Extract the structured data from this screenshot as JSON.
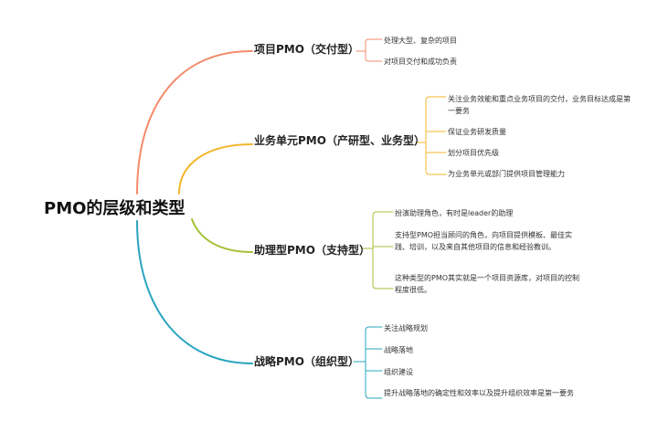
{
  "root": {
    "title": "PMO的层级和类型"
  },
  "branches": [
    {
      "label": "项目PMO（交付型）",
      "color": "#f28b6a",
      "items": [
        "处理大型、复杂的项目",
        "对项目交付和成功负责"
      ]
    },
    {
      "label": "业务单元PMO（产研型、业务型）",
      "color": "#f3b72e",
      "items": [
        "关注业务效能和重点业务项目的交付，业务目标达成是第一要务",
        "保证业务研发质量",
        "划分项目优先级",
        "为业务单元或部门提供项目管理能力"
      ]
    },
    {
      "label": "助理型PMO（支持型）",
      "color": "#a6c23a",
      "items": [
        "扮演助理角色，有时是leader的助理",
        "支持型PMO担当顾问的角色，向项目提供模板、最佳实践、培训，以及来自其他项目的信息和经验教训。",
        "这种类型的PMO其实就是一个项目资源库，对项目的控制程度很低。"
      ]
    },
    {
      "label": "战略PMO（组织型）",
      "color": "#2aa4bf",
      "items": [
        "关注战略规划",
        "战略落地",
        "组织建设",
        "提升战略落地的确定性和效率以及提升组织效率是第一要务"
      ]
    }
  ]
}
